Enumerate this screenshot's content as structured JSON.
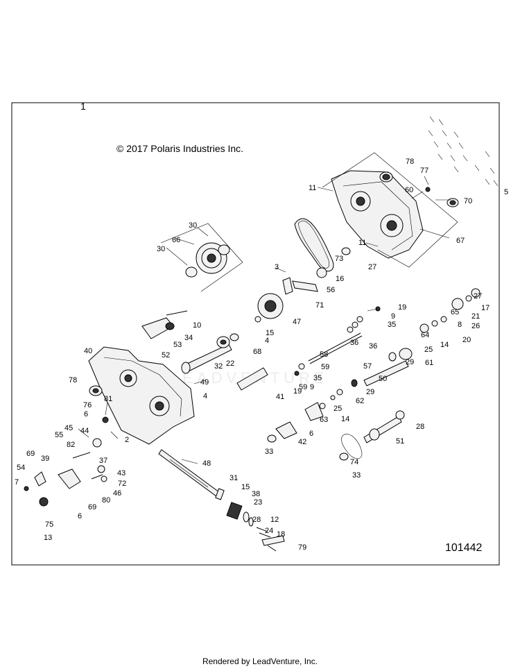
{
  "diagram": {
    "copyright": "© 2017 Polaris Industries Inc.",
    "assembly_number": "1",
    "figure_number": "101442",
    "watermark": "LEADVENTURE",
    "footer": "Rendered by LeadVenture, Inc."
  },
  "callouts": [
    {
      "id": "1"
    },
    {
      "id": "2"
    },
    {
      "id": "3"
    },
    {
      "id": "4"
    },
    {
      "id": "4"
    },
    {
      "id": "5"
    },
    {
      "id": "6"
    },
    {
      "id": "6"
    },
    {
      "id": "6"
    },
    {
      "id": "7"
    },
    {
      "id": "8"
    },
    {
      "id": "9"
    },
    {
      "id": "9"
    },
    {
      "id": "10"
    },
    {
      "id": "11"
    },
    {
      "id": "11"
    },
    {
      "id": "12"
    },
    {
      "id": "13"
    },
    {
      "id": "14"
    },
    {
      "id": "14"
    },
    {
      "id": "15"
    },
    {
      "id": "15"
    },
    {
      "id": "16"
    },
    {
      "id": "17"
    },
    {
      "id": "18"
    },
    {
      "id": "19"
    },
    {
      "id": "19"
    },
    {
      "id": "20"
    },
    {
      "id": "21"
    },
    {
      "id": "22"
    },
    {
      "id": "23"
    },
    {
      "id": "24"
    },
    {
      "id": "25"
    },
    {
      "id": "25"
    },
    {
      "id": "26"
    },
    {
      "id": "27"
    },
    {
      "id": "27"
    },
    {
      "id": "28"
    },
    {
      "id": "28"
    },
    {
      "id": "29"
    },
    {
      "id": "29"
    },
    {
      "id": "30"
    },
    {
      "id": "30"
    },
    {
      "id": "31"
    },
    {
      "id": "32"
    },
    {
      "id": "33"
    },
    {
      "id": "33"
    },
    {
      "id": "34"
    },
    {
      "id": "35"
    },
    {
      "id": "35"
    },
    {
      "id": "36"
    },
    {
      "id": "36"
    },
    {
      "id": "37"
    },
    {
      "id": "38"
    },
    {
      "id": "39"
    },
    {
      "id": "40"
    },
    {
      "id": "41"
    },
    {
      "id": "42"
    },
    {
      "id": "43"
    },
    {
      "id": "44"
    },
    {
      "id": "45"
    },
    {
      "id": "46"
    },
    {
      "id": "47"
    },
    {
      "id": "48"
    },
    {
      "id": "49"
    },
    {
      "id": "50"
    },
    {
      "id": "51"
    },
    {
      "id": "52"
    },
    {
      "id": "53"
    },
    {
      "id": "54"
    },
    {
      "id": "55"
    },
    {
      "id": "56"
    },
    {
      "id": "57"
    },
    {
      "id": "58"
    },
    {
      "id": "59"
    },
    {
      "id": "59"
    },
    {
      "id": "60"
    },
    {
      "id": "61"
    },
    {
      "id": "62"
    },
    {
      "id": "63"
    },
    {
      "id": "64"
    },
    {
      "id": "65"
    },
    {
      "id": "66"
    },
    {
      "id": "67"
    },
    {
      "id": "68"
    },
    {
      "id": "69"
    },
    {
      "id": "69"
    },
    {
      "id": "70"
    },
    {
      "id": "71"
    },
    {
      "id": "72"
    },
    {
      "id": "73"
    },
    {
      "id": "74"
    },
    {
      "id": "75"
    },
    {
      "id": "76"
    },
    {
      "id": "77"
    },
    {
      "id": "78"
    },
    {
      "id": "78"
    },
    {
      "id": "79"
    },
    {
      "id": "80"
    },
    {
      "id": "81"
    },
    {
      "id": "82"
    }
  ]
}
